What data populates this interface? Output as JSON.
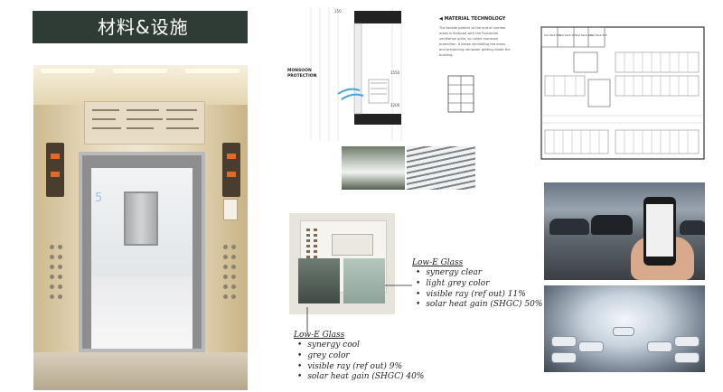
{
  "title": "材料&设施",
  "material_technology": {
    "heading": "◀ MATERIAL TECHNOLOGY",
    "text": "The facade pattern at the end of corridor areas is featured with the horizontal ventilation grille, so called monsoon protection. It keeps ventilating the areas and preventing rainwater getting inside the building."
  },
  "section_drawing": {
    "label": "MONSOON PROTECTION",
    "dim_top": "150",
    "dim_1": "1550",
    "dim_2": "1200"
  },
  "plan_labels": [
    "Car Park Nth",
    "Car Park Sth",
    "Car Park 4th",
    "Car Park 5th"
  ],
  "elevator": {
    "floor_number": "5"
  },
  "glass_right": {
    "heading": "Low-E Glass",
    "items": [
      "synergy clear",
      "light grey color",
      "visible ray (ref out) 11%",
      "solar heat gain (SHGC) 50%"
    ]
  },
  "glass_left": {
    "heading": "Low-E Glass",
    "items": [
      "synergy cool",
      "grey color",
      "visible ray (ref out) 9%",
      "solar heat gain (SHGC) 40%"
    ]
  },
  "colors": {
    "title_bg": "#2f3b35",
    "title_fg": "#ffffff"
  }
}
